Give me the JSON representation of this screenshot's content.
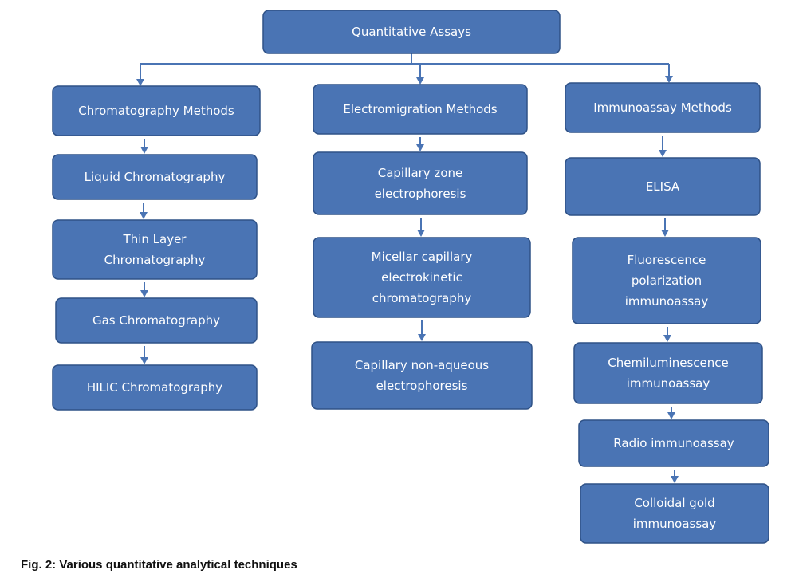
{
  "nodes": [
    {
      "id": "root",
      "lines": [
        "Quantitative Assays"
      ]
    },
    {
      "id": "chrom",
      "lines": [
        "Chromatography Methods"
      ]
    },
    {
      "id": "electro",
      "lines": [
        "Electromigration Methods"
      ]
    },
    {
      "id": "immuno",
      "lines": [
        "Immunoassay Methods"
      ]
    },
    {
      "id": "lc",
      "lines": [
        "Liquid Chromatography"
      ]
    },
    {
      "id": "tlc",
      "lines": [
        "Thin Layer",
        "Chromatography"
      ]
    },
    {
      "id": "gc",
      "lines": [
        "Gas Chromatography"
      ]
    },
    {
      "id": "hilic",
      "lines": [
        "HILIC Chromatography"
      ]
    },
    {
      "id": "cze",
      "lines": [
        "Capillary zone",
        "electrophoresis"
      ]
    },
    {
      "id": "mekc",
      "lines": [
        "Micellar capillary",
        "electrokinetic",
        "chromatography"
      ]
    },
    {
      "id": "nace",
      "lines": [
        "Capillary non-aqueous",
        "electrophoresis"
      ]
    },
    {
      "id": "elisa",
      "lines": [
        "ELISA"
      ]
    },
    {
      "id": "fpia",
      "lines": [
        "Fluorescence",
        "polarization",
        "immunoassay"
      ]
    },
    {
      "id": "clia",
      "lines": [
        "Chemiluminescence",
        "immunoassay"
      ]
    },
    {
      "id": "ria",
      "lines": [
        "Radio immunoassay"
      ]
    },
    {
      "id": "cgia",
      "lines": [
        "Colloidal gold",
        "immunoassay"
      ]
    }
  ],
  "edges": [
    [
      "root",
      "chrom"
    ],
    [
      "root",
      "electro"
    ],
    [
      "root",
      "immuno"
    ],
    [
      "chrom",
      "lc"
    ],
    [
      "lc",
      "tlc"
    ],
    [
      "tlc",
      "gc"
    ],
    [
      "gc",
      "hilic"
    ],
    [
      "electro",
      "cze"
    ],
    [
      "cze",
      "mekc"
    ],
    [
      "mekc",
      "nace"
    ],
    [
      "immuno",
      "elisa"
    ],
    [
      "elisa",
      "fpia"
    ],
    [
      "fpia",
      "clia"
    ],
    [
      "clia",
      "ria"
    ],
    [
      "ria",
      "cgia"
    ]
  ],
  "caption": "Fig. 2: Various quantitative analytical techniques"
}
